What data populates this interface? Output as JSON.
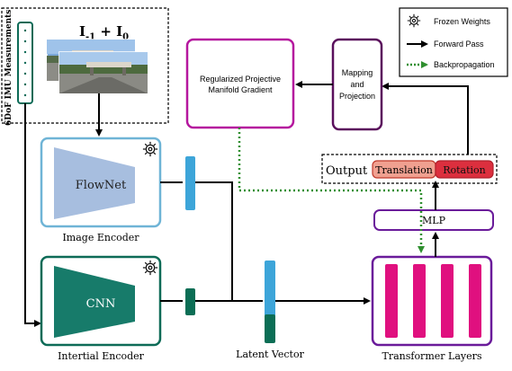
{
  "imu": {
    "label": "6DoF IMU Measurements"
  },
  "images": {
    "label_main": "I",
    "label_sub1": "-1",
    "label_plus": " + I",
    "label_sub2": "0"
  },
  "legend": {
    "frozen": "Frozen Weights",
    "forward": "Forward Pass",
    "backprop": "Backpropagation"
  },
  "blocks": {
    "regularized_line1": "Regularized Projective",
    "regularized_line2": "Manifold Gradient",
    "mapping_line1": "Mapping",
    "mapping_line2": "and",
    "mapping_line3": "Projection",
    "output": "Output",
    "translation": "Translation",
    "rotation": "Rotation",
    "mlp": "MLP",
    "flownet": "FlowNet",
    "image_encoder": "Image Encoder",
    "cnn": "CNN",
    "inertial_encoder": "Intertial Encoder",
    "latent_vector": "Latent Vector",
    "transformer_layers": "Transformer Layers"
  },
  "colors": {
    "imu_green": "#0d6b57",
    "flownet_blue": "#6fb4d6",
    "flownet_fill": "#a7bedf",
    "cnn_green": "#177b6a",
    "magenta": "#b5179e",
    "purple": "#5a0f5c",
    "transformer_purple": "#6a1b9a",
    "pink_bar": "#e0107f",
    "feature_blue": "#3da5d9",
    "feature_green": "#0b6e55",
    "translation_fill": "#f0a090",
    "rotation_fill": "#dc2f3e",
    "backprop_green": "#2f8f2f"
  },
  "icons": [
    "gear-icon"
  ]
}
